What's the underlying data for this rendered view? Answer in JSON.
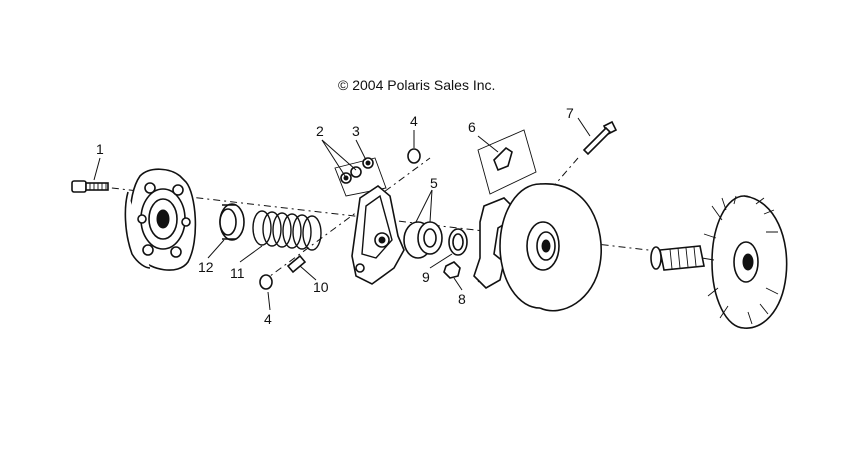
{
  "copyright": "© 2004 Polaris Sales Inc.",
  "callouts": {
    "c1": "1",
    "c2": "2",
    "c3": "3",
    "c4a": "4",
    "c4b": "4",
    "c5": "5",
    "c6": "6",
    "c7": "7",
    "c8": "8",
    "c9": "9",
    "c10": "10",
    "c11": "11",
    "c12": "12"
  }
}
